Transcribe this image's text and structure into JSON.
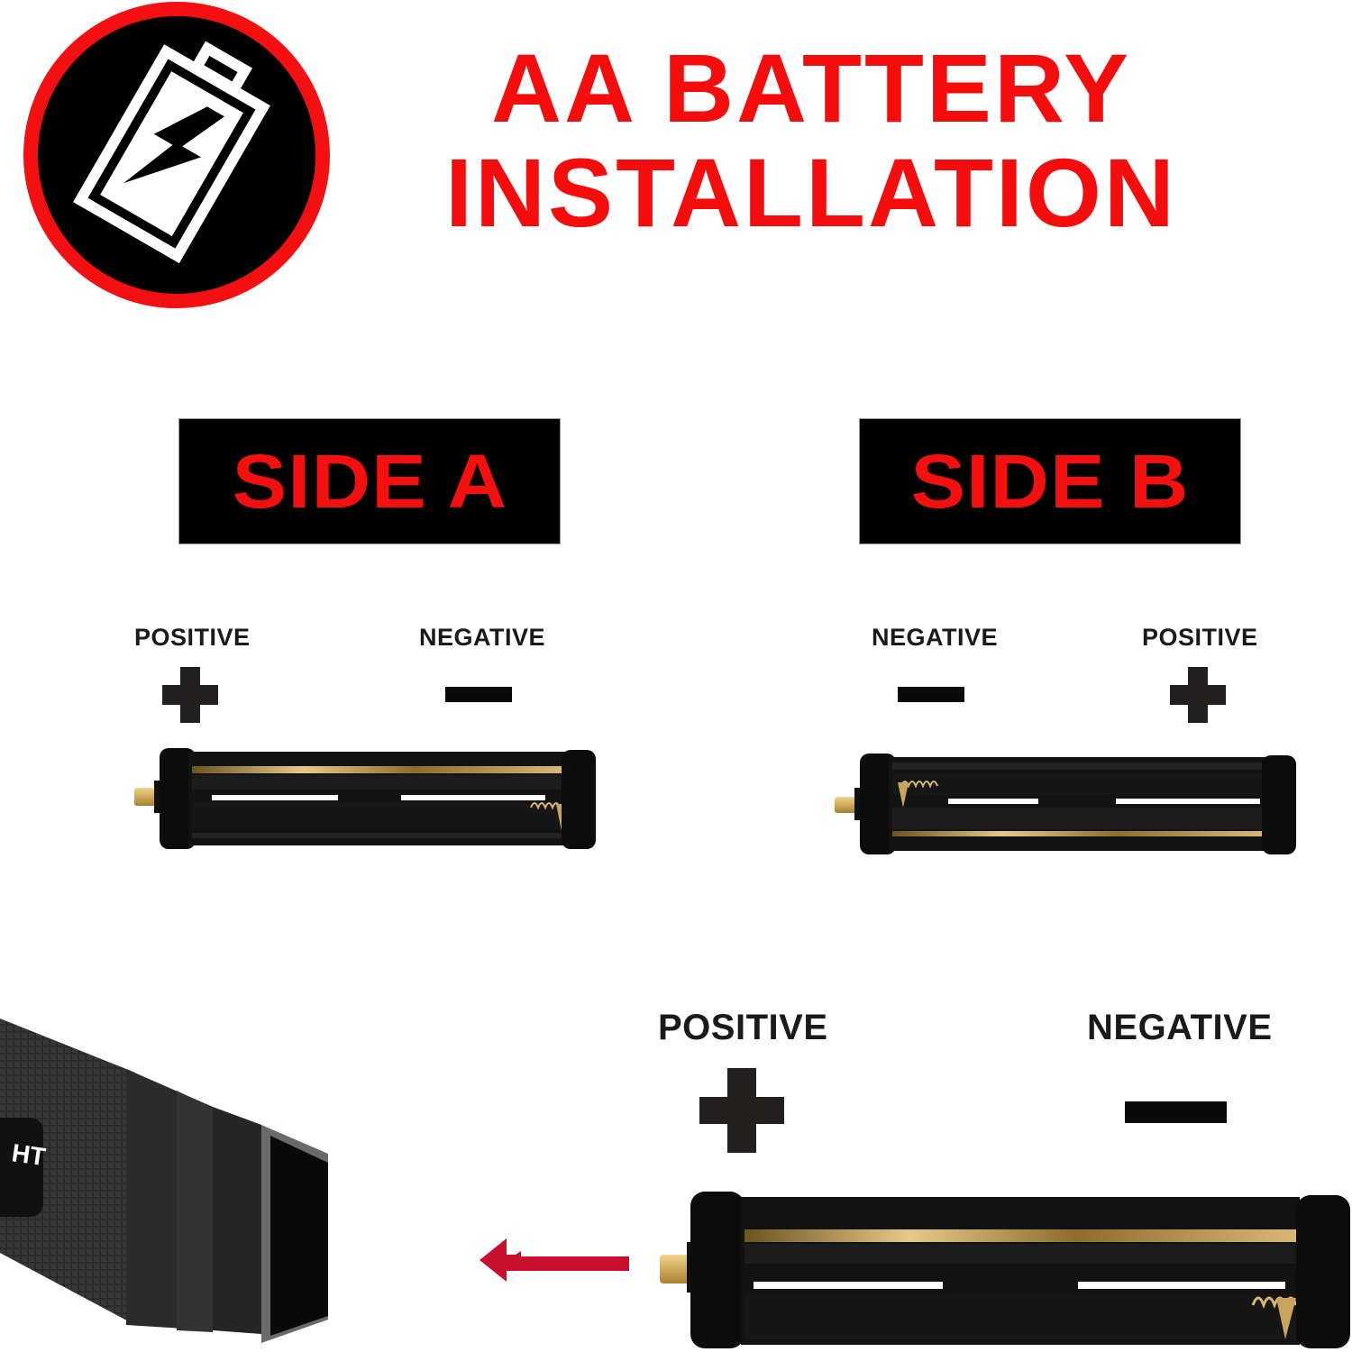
{
  "header": {
    "title_line1": "AA BATTERY",
    "title_line2": "INSTALLATION",
    "title_color": "#f50d0d",
    "badge_icon": "battery-charging-icon",
    "badge_ring_color": "#f41010"
  },
  "sides": [
    {
      "label": "SIDE A",
      "left_terminal": {
        "label": "POSITIVE",
        "symbol": "+"
      },
      "right_terminal": {
        "label": "NEGATIVE",
        "symbol": "−"
      }
    },
    {
      "label": "SIDE B",
      "left_terminal": {
        "label": "NEGATIVE",
        "symbol": "−"
      },
      "right_terminal": {
        "label": "POSITIVE",
        "symbol": "+"
      }
    }
  ],
  "insertion": {
    "left_terminal": {
      "label": "POSITIVE",
      "symbol": "+"
    },
    "right_terminal": {
      "label": "NEGATIVE",
      "symbol": "−"
    },
    "arrow_direction": "left",
    "arrow_color": "#c8102e",
    "flashlight_text_fragment": "HT"
  }
}
